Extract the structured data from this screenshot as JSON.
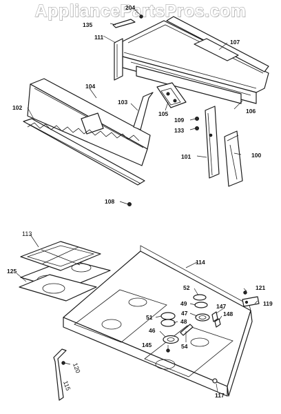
{
  "watermark": "AppliancePartsPros.com",
  "callouts": {
    "p204": "204",
    "p135": "135",
    "p111": "111",
    "p107": "107",
    "p104": "104",
    "p103": "103",
    "p102": "102",
    "p105": "105",
    "p106": "106",
    "p109": "109",
    "p133": "133",
    "p101": "101",
    "p100": "100",
    "p108": "108",
    "p113": "113",
    "p114": "114",
    "p125": "125",
    "p52": "52",
    "p121": "121",
    "p49": "49",
    "p147": "147",
    "p119": "119",
    "p47": "47",
    "p148": "148",
    "p51": "51",
    "p48": "48",
    "p46": "46",
    "p54": "54",
    "p145": "145",
    "p120": "120",
    "p115": "115",
    "p117": "117"
  }
}
